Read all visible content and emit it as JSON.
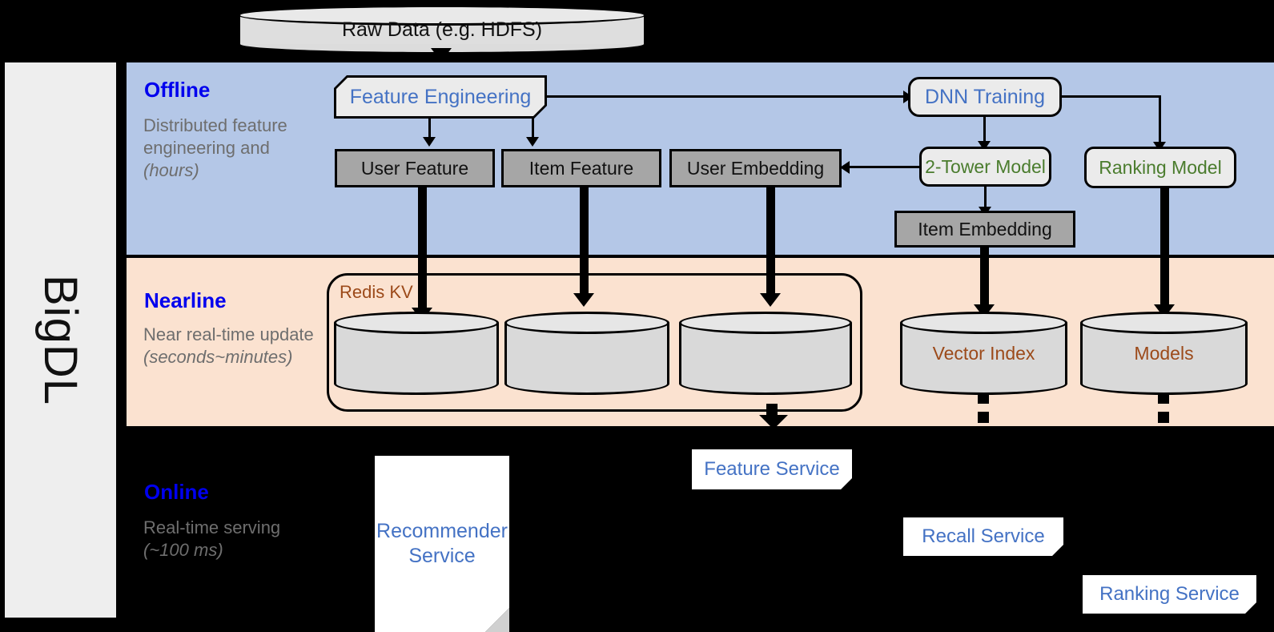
{
  "framework": {
    "name": "BigDL"
  },
  "source": {
    "label": "Raw Data (e.g. HDFS)"
  },
  "bands": [
    {
      "id": "offline",
      "title": "Offline",
      "description": "Distributed feature engineering and ",
      "description_italic": "(hours)",
      "color": "#b4c7e7"
    },
    {
      "id": "nearline",
      "title": "Nearline",
      "description": "Near real-time update ",
      "description_italic": "(seconds~minutes)",
      "color": "#fbe2d0"
    },
    {
      "id": "online",
      "title": "Online",
      "description": "Real-time serving ",
      "description_italic": "(~100 ms)",
      "color": "#000000"
    }
  ],
  "offline": {
    "feature_engineering": "Feature Engineering",
    "dnn_training": "DNN Training",
    "user_feature": "User Feature",
    "item_feature": "Item Feature",
    "user_embedding": "User Embedding",
    "two_tower_model": "2-Tower Model",
    "ranking_model": "Ranking Model",
    "item_embedding": "Item Embedding"
  },
  "nearline": {
    "redis_kv": "Redis KV",
    "store_1": "",
    "store_2": "",
    "store_3": "",
    "vector_index": "Vector Index",
    "models": "Models"
  },
  "online": {
    "recommender_service": "Recommender Service",
    "feature_service": "Feature Service",
    "recall_service": "Recall Service",
    "ranking_service": "Ranking Service"
  },
  "colors": {
    "offline_band": "#b4c7e7",
    "nearline_band": "#fbe2d0",
    "online_band": "#000000",
    "band_title": "#0000ee",
    "band_subtitle": "#6e6e6e",
    "blue_text": "#4472c4",
    "green_text": "#4a7c2d",
    "brown_text": "#9c4a1a",
    "gray_box": "#a6a6a6",
    "light_box": "#ebebeb",
    "rail_bg": "#eeeeee"
  }
}
